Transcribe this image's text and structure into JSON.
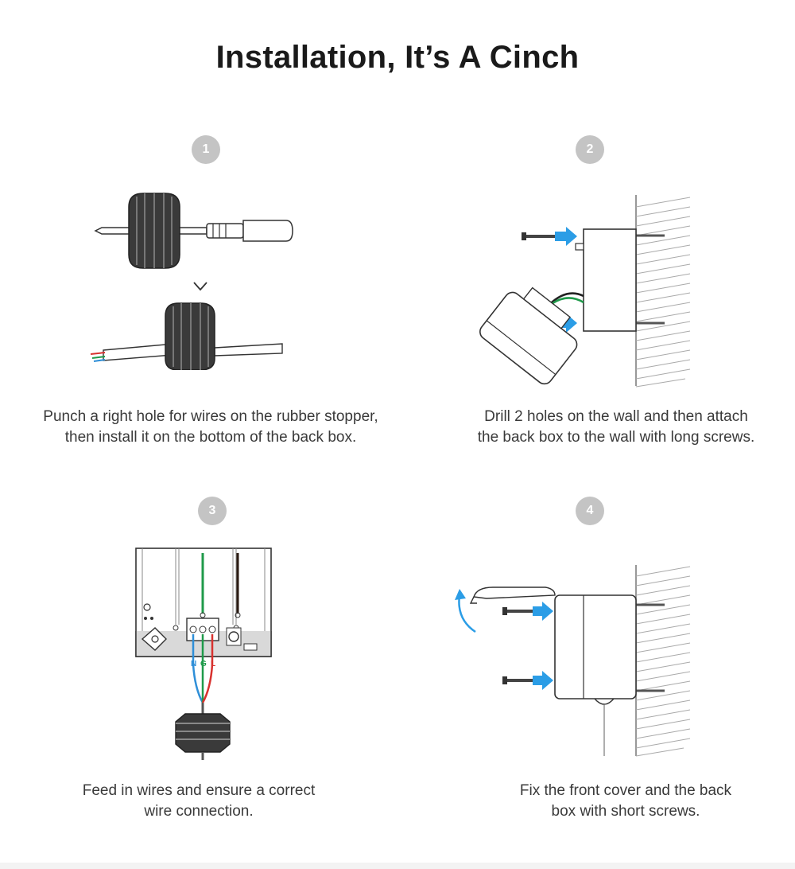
{
  "page": {
    "title": "Installation, It’s A Cinch"
  },
  "steps": [
    {
      "number": "1",
      "caption_line1": "Punch a right hole for wires on the rubber stopper,",
      "caption_line2": "then install it on the bottom of the back box."
    },
    {
      "number": "2",
      "caption_line1": "Drill 2 holes on the wall and then attach",
      "caption_line2": "the back box to the wall with long screws."
    },
    {
      "number": "3",
      "caption_line1": "Feed in wires and ensure a correct",
      "caption_line2": "wire connection.",
      "wire_labels": [
        "N",
        "G",
        "L"
      ]
    },
    {
      "number": "4",
      "caption_line1": "Fix the front cover and the back",
      "caption_line2": "box with short screws."
    }
  ],
  "colors": {
    "arrow_blue": "#2b9de6",
    "wire_blue": "#2f8fd8",
    "wire_green": "#1f9a4a",
    "wire_red": "#d8322f",
    "badge_gray": "#c4c4c4"
  }
}
